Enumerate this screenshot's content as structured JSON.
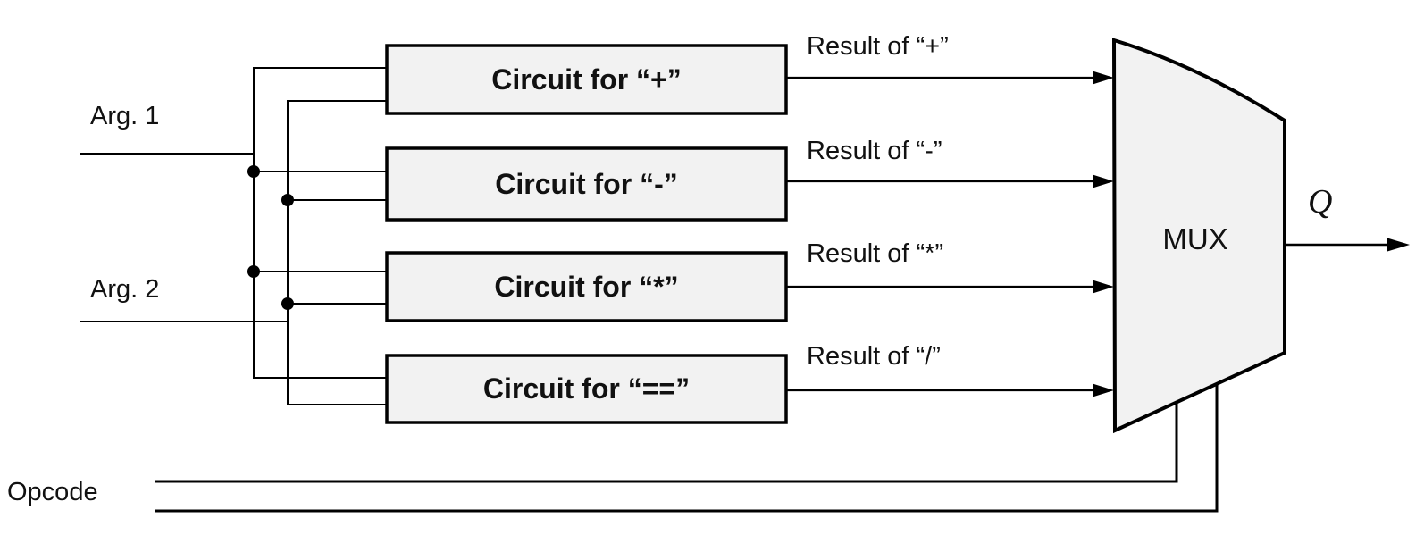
{
  "diagram": {
    "arg1_label": "Arg. 1",
    "arg2_label": "Arg. 2",
    "opcode_label": "Opcode",
    "mux_label": "MUX",
    "output_label": "Q",
    "circuits": [
      {
        "label": "Circuit for “+”"
      },
      {
        "label": "Circuit for “-”"
      },
      {
        "label": "Circuit for “*”"
      },
      {
        "label": "Circuit for “==”"
      }
    ],
    "results": [
      {
        "label": "Result of “+”"
      },
      {
        "label": "Result of “-”"
      },
      {
        "label": "Result of “*”"
      },
      {
        "label": "Result of “/”"
      }
    ],
    "colors": {
      "box_fill": "#f2f2f2",
      "stroke": "#000000",
      "background": "#ffffff"
    }
  }
}
